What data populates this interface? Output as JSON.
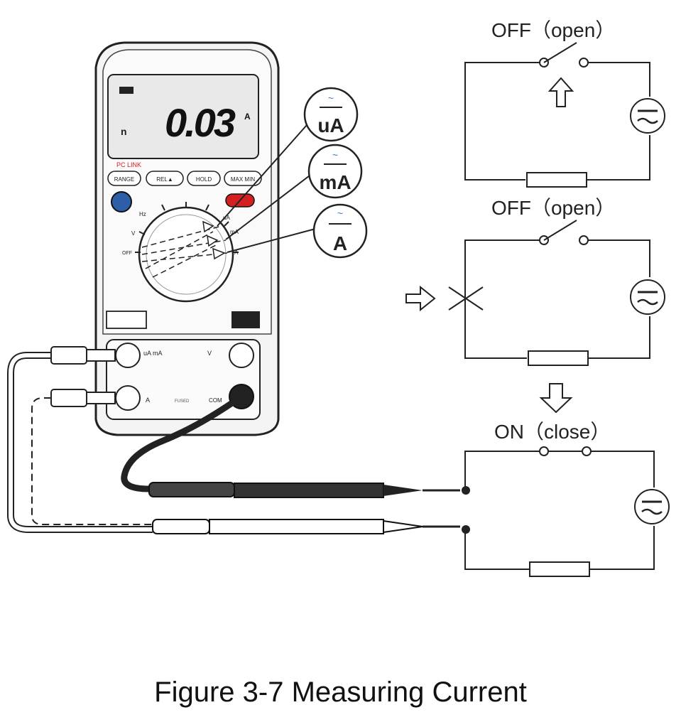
{
  "figure": {
    "caption": "Figure 3-7 Measuring Current"
  },
  "meter": {
    "display_value": "0.03",
    "display_unit": "A",
    "pc_link_label": "PC LINK",
    "buttons": [
      "RANGE",
      "REL▲",
      "HOLD",
      "MAX MIN"
    ],
    "dial_labels": {
      "hz": "Hz",
      "v": "V",
      "off": "OFF",
      "ua": "uA",
      "ma": "mA",
      "a": "A"
    },
    "terminal_labels": {
      "ua_ma": "uA\nmA",
      "a": "A",
      "v": "V",
      "com": "COM"
    },
    "fused_label": "FUSED"
  },
  "range_callouts": [
    {
      "label": "uA",
      "symbol": "~\n⎓"
    },
    {
      "label": "mA",
      "symbol": "~\n⎓"
    },
    {
      "label": "A",
      "symbol": "~\n⎓"
    }
  ],
  "circuits": [
    {
      "switch_label": "OFF（open）"
    },
    {
      "switch_label": "OFF（open）"
    },
    {
      "switch_label": "ON（close）"
    }
  ],
  "colors": {
    "line": "#222222",
    "accent_red": "#d42020",
    "accent_blue": "#3a7bd5"
  }
}
